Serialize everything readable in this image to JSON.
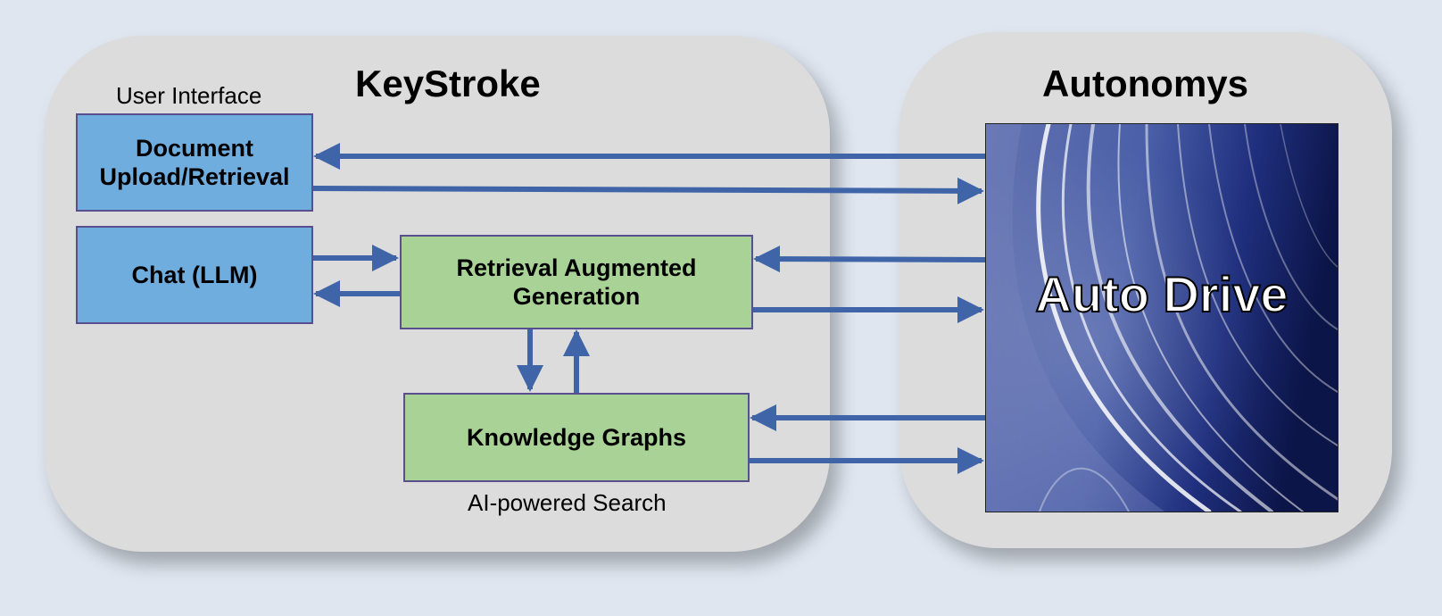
{
  "keystroke": {
    "title": "KeyStroke",
    "ui_caption": "User Interface",
    "search_caption": "AI-powered Search",
    "document_box": "Document Upload/Retrieval",
    "chat_box": "Chat (LLM)",
    "rag_box": "Retrieval Augmented Generation",
    "kg_box": "Knowledge Graphs"
  },
  "autonomys": {
    "title": "Autonomys",
    "autodrive_label": "Auto Drive"
  },
  "colors": {
    "background": "#dfe6f0",
    "panel": "#dcdcdc",
    "ui_box": "#70addf",
    "search_box": "#a9d396",
    "arrow": "#3f64a8"
  }
}
